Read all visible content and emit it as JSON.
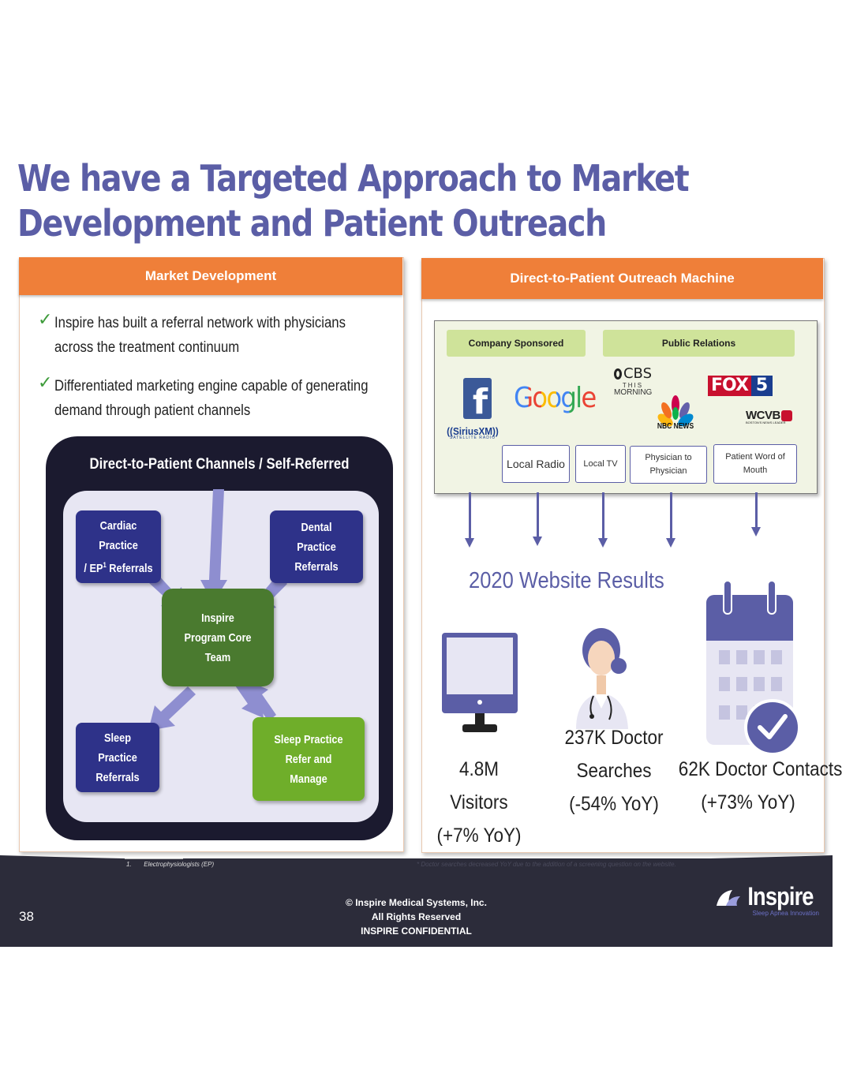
{
  "title": "We have a Targeted Approach to Market Development and Patient Outreach",
  "left_panel": {
    "header": "Market Development",
    "bullets": [
      "Inspire has built a referral network with physicians across the treatment continuum",
      "Differentiated marketing engine capable of generating demand through patient channels"
    ],
    "diagram": {
      "outer_label": "Direct-to-Patient Channels / Self-Referred",
      "cardiac_line1": "Cardiac Practice",
      "cardiac_line2_pre": "/ EP",
      "cardiac_sup": "1",
      "cardiac_line2_post": " Referrals",
      "dental": "Dental Practice Referrals",
      "core": "Inspire Program Core Team",
      "sleep_ref": "Sleep Practice Referrals",
      "sleep_manage": "Sleep Practice Refer and Manage"
    }
  },
  "right_panel": {
    "header": "Direct-to-Patient Outreach Machine",
    "company_sponsored": "Company Sponsored",
    "public_relations": "Public Relations",
    "logos": {
      "facebook": "f",
      "google": "Google",
      "sirius": "((SiriusXM))",
      "sirius_sub": "SATELLITE RADIO",
      "cbs": "CBS",
      "cbs_sub1": "THIS",
      "cbs_sub2": "MORNING",
      "nbc": "NBC NEWS",
      "fox": "FOX",
      "fox_num": "5",
      "wcvb": "WCVB",
      "wcvb_sub": "BOSTON'S NEWS LEADER"
    },
    "channels": {
      "local_radio": "Local Radio",
      "local_tv": "Local TV",
      "physician": "Physician to Physician",
      "patient": "Patient Word of Mouth"
    },
    "results_title": "2020 Website Results",
    "stats": {
      "visitors": "4.8M Visitors",
      "visitors_yoy": "(+7% YoY)",
      "searches1": "237K Doctor",
      "searches2": "Searches",
      "searches_yoy": "(-54% YoY)",
      "contacts": "62K Doctor Contacts",
      "contacts_yoy": "(+73% YoY)"
    }
  },
  "footnotes": {
    "left": "1.       Electrophysiologists (EP)",
    "right": "* Doctor searches decreased YoY due to the addition of a screening question on the website."
  },
  "footer": {
    "page_number": "38",
    "copyright": "© Inspire Medical Systems, Inc.",
    "rights": "All Rights Reserved",
    "confidential": "INSPIRE CONFIDENTIAL",
    "logo": "Inspire",
    "tagline": "Sleep Apnea Innovation"
  },
  "colors": {
    "title": "#5b5ea6",
    "orange": "#ef7f39",
    "navy": "#2e3289",
    "dark_green": "#4a7a2f",
    "light_green": "#6fae2a",
    "footer_bg": "#2c2c3a"
  }
}
